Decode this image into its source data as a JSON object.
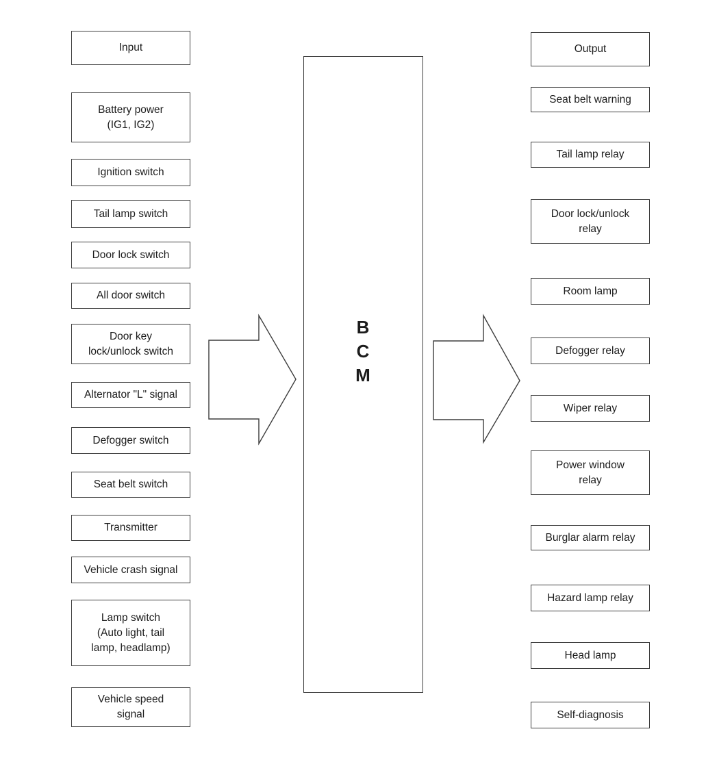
{
  "diagram": {
    "bcm_label": "B\nC\nM",
    "input_column": {
      "header": "Input",
      "items": [
        "Battery power\n(IG1, IG2)",
        "Ignition switch",
        "Tail lamp switch",
        "Door lock switch",
        "All door switch",
        "Door key\nlock/unlock switch",
        "Alternator \"L\" signal",
        "Defogger switch",
        "Seat belt switch",
        "Transmitter",
        "Vehicle crash signal",
        "Lamp switch\n(Auto light, tail\nlamp, headlamp)",
        "Vehicle speed\nsignal"
      ]
    },
    "output_column": {
      "header": "Output",
      "items": [
        "Seat belt warning",
        "Tail lamp relay",
        "Door lock/unlock\nrelay",
        "Room lamp",
        "Defogger relay",
        "Wiper relay",
        "Power window\nrelay",
        "Burglar alarm relay",
        "Hazard lamp relay",
        "Head lamp",
        "Self-diagnosis"
      ]
    },
    "colors": {
      "background": "#ffffff",
      "line": "#3d3d3d",
      "text": "#1c1c1c"
    }
  }
}
